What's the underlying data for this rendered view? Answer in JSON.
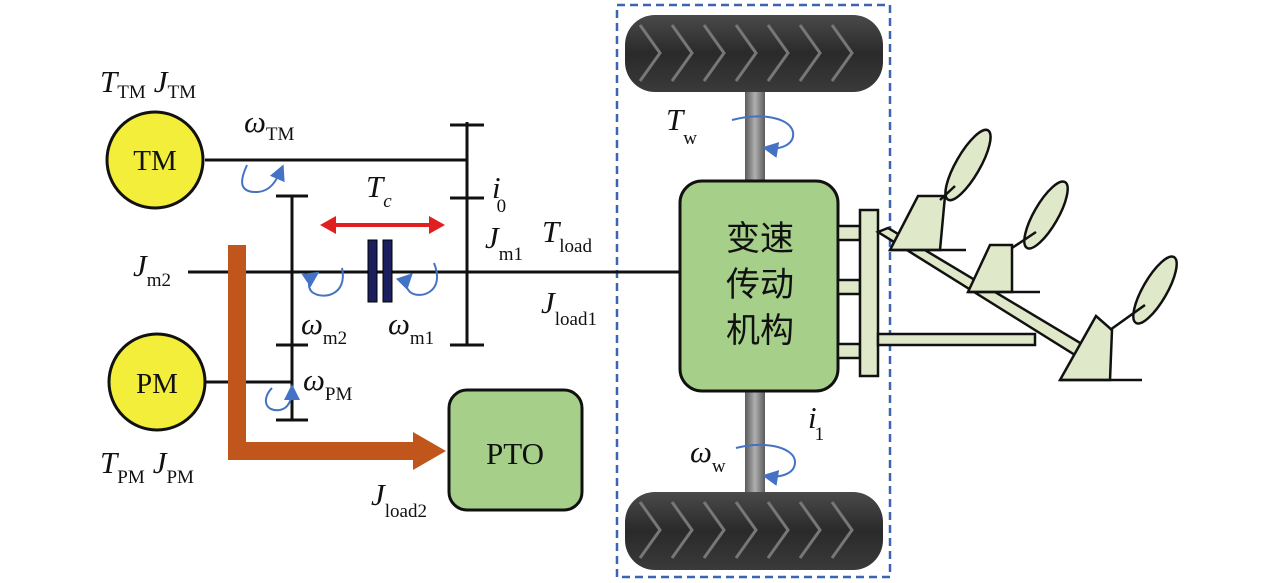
{
  "motors": {
    "tm": {
      "label": "TM",
      "torque": "T",
      "torque_sub": "TM",
      "inertia": "J",
      "inertia_sub": "TM",
      "speed": "ω",
      "speed_sub": "TM"
    },
    "pm": {
      "label": "PM",
      "torque": "T",
      "torque_sub": "PM",
      "inertia": "J",
      "inertia_sub": "PM",
      "speed": "ω",
      "speed_sub": "PM"
    }
  },
  "clutch": {
    "torque": "T",
    "torque_sub": "c"
  },
  "gear_ratio_0": {
    "symbol": "i",
    "sub": "0"
  },
  "gear_ratio_1": {
    "symbol": "i",
    "sub": "1"
  },
  "shaft_labels": {
    "jm1": {
      "sym": "J",
      "sub": "m1"
    },
    "jm2": {
      "sym": "J",
      "sub": "m2"
    },
    "wm1": {
      "sym": "ω",
      "sub": "m1"
    },
    "wm2": {
      "sym": "ω",
      "sub": "m2"
    },
    "tload": {
      "sym": "T",
      "sub": "load"
    },
    "jload1": {
      "sym": "J",
      "sub": "load1"
    },
    "jload2": {
      "sym": "J",
      "sub": "load2"
    },
    "tw": {
      "sym": "T",
      "sub": "w"
    },
    "ww": {
      "sym": "ω",
      "sub": "w"
    }
  },
  "pto": {
    "label": "PTO"
  },
  "transmission": {
    "lines": [
      "变速",
      "传动",
      "机构"
    ]
  },
  "colors": {
    "motor_fill": "#f2ee3a",
    "box_fill": "#a6d08a",
    "clutch_arrow": "#e02020",
    "power_arrow": "#c0561b",
    "rotation_arrow": "#4472c4",
    "dashed_border": "#3b64b5",
    "shaft": "#7a7a7a",
    "plow_fill": "#dfe9c9"
  }
}
